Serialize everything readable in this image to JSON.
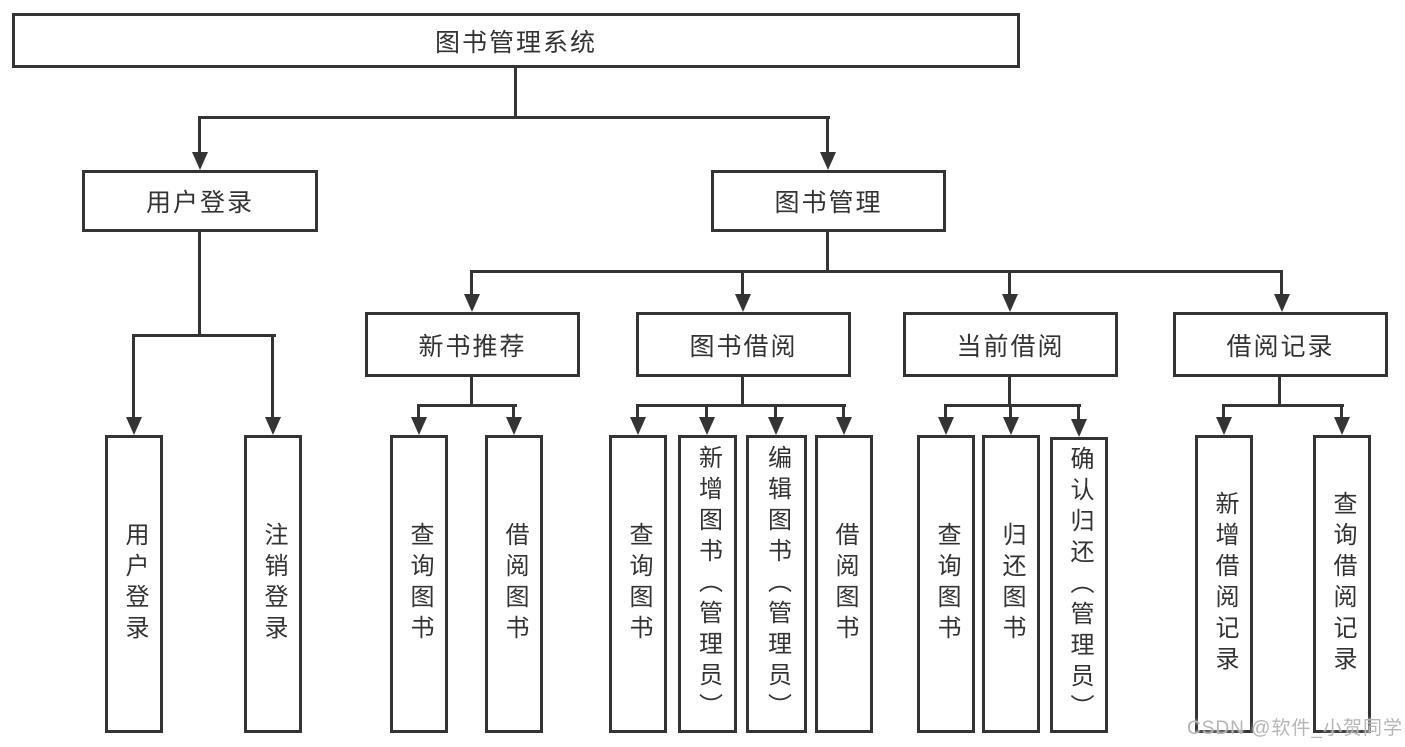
{
  "diagram": {
    "title": "图书管理系统",
    "root": {
      "label": "图书管理系统"
    },
    "level2": [
      {
        "label": "用户登录"
      },
      {
        "label": "图书管理"
      }
    ],
    "level3": [
      {
        "label": "新书推荐"
      },
      {
        "label": "图书借阅"
      },
      {
        "label": "当前借阅"
      },
      {
        "label": "借阅记录"
      }
    ],
    "leaves": {
      "user_login": [
        "用户登录",
        "注销登录"
      ],
      "new_book": [
        "查询图书",
        "借阅图书"
      ],
      "book_borrow": [
        "查询图书",
        "新增图书（管理员）",
        "编辑图书（管理员）",
        "借阅图书"
      ],
      "current_borrow": [
        "查询图书",
        "归还图书",
        "确认归还（管理员）"
      ],
      "borrow_record": [
        "新增借阅记录",
        "查询借阅记录"
      ]
    },
    "colors": {
      "line": "#343434",
      "text": "#333333",
      "background": "#ffffff",
      "watermark": "#b6b6b6"
    },
    "watermark": "CSDN @软件_小贺同学"
  }
}
